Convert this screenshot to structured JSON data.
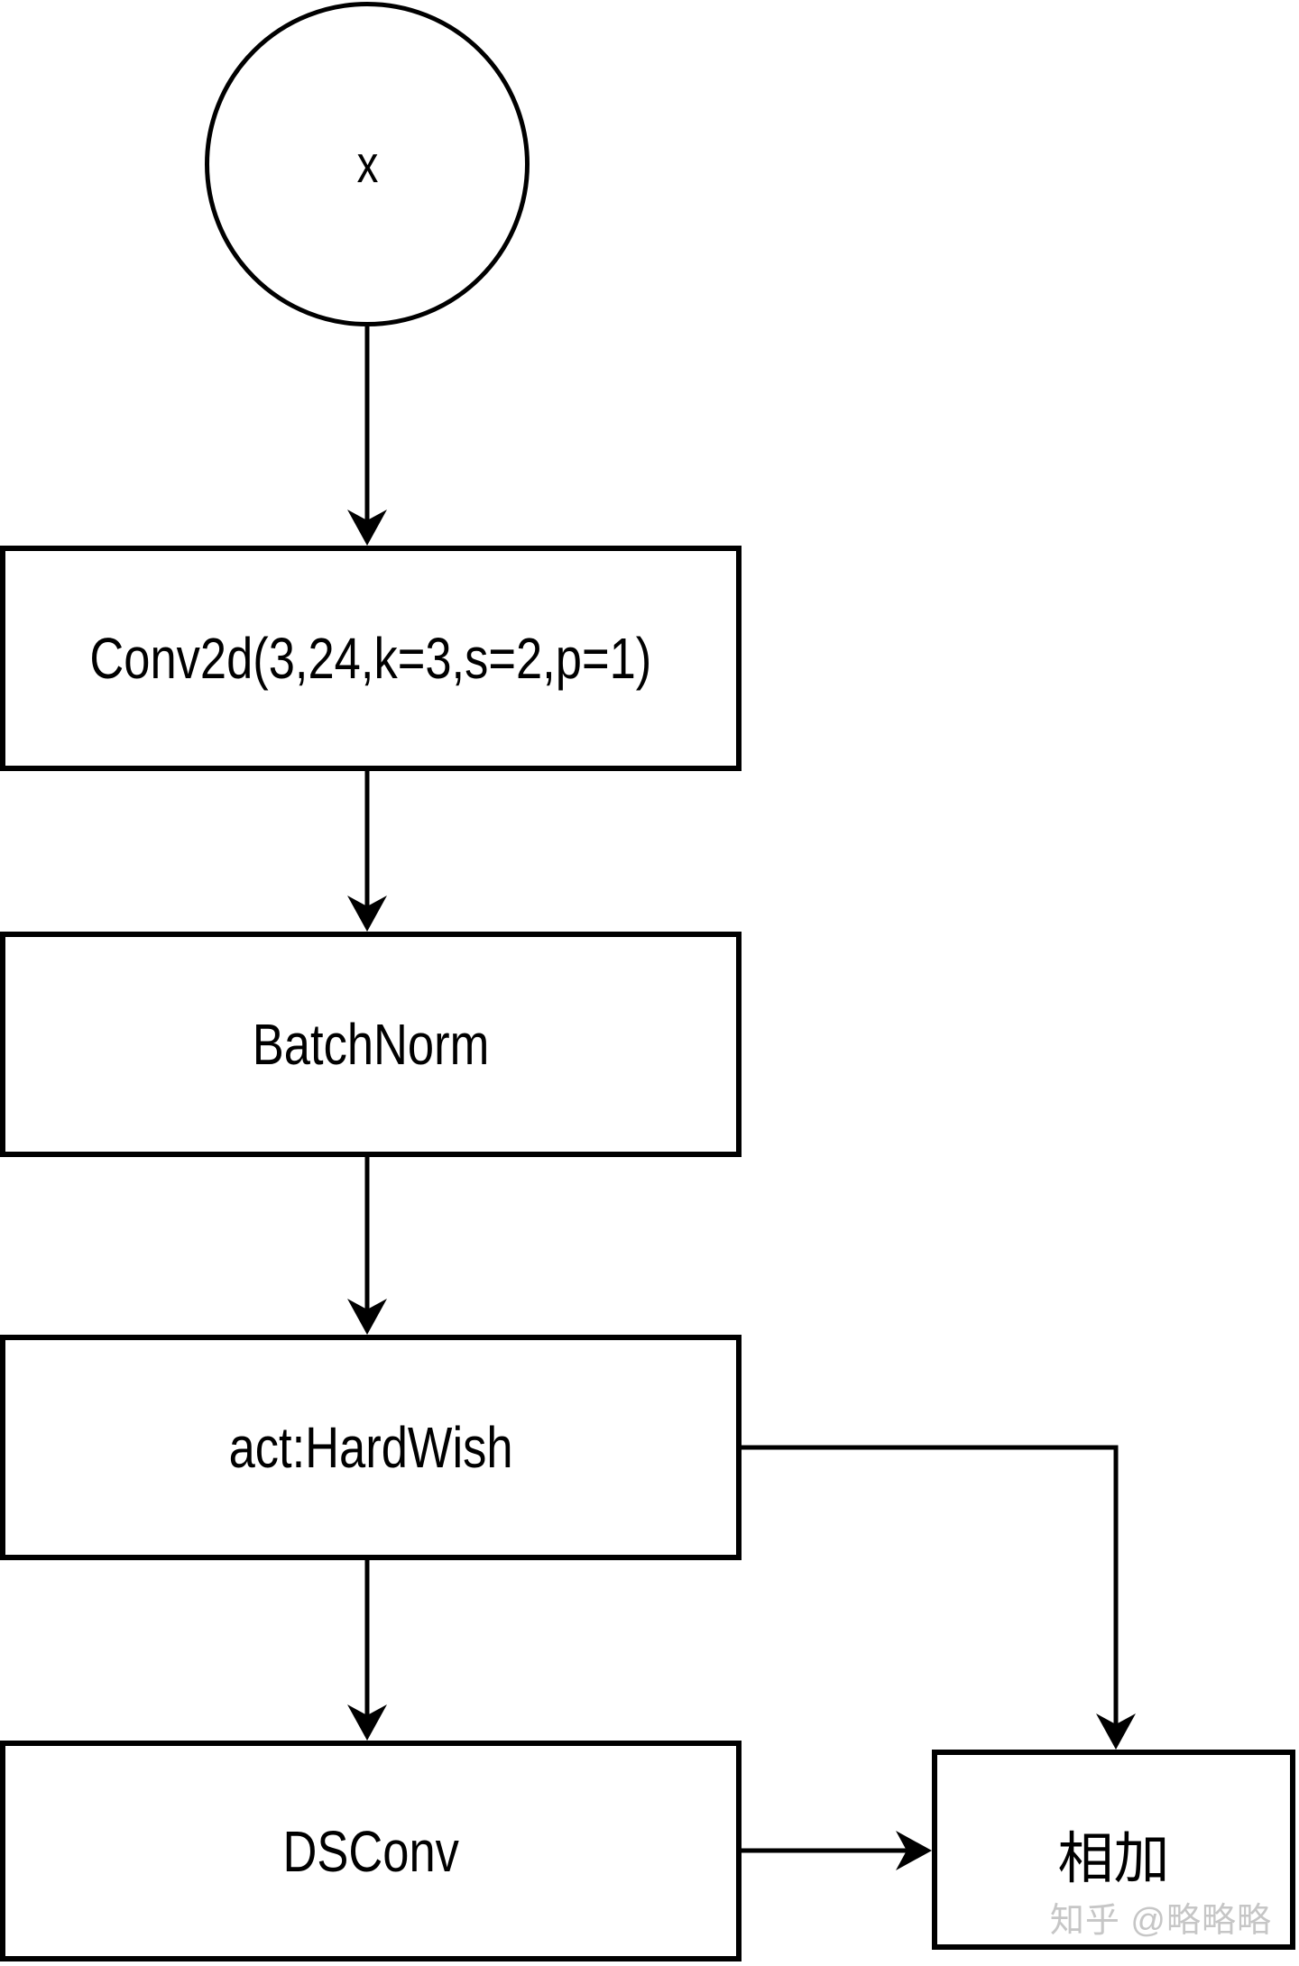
{
  "diagram": {
    "title": "network block flowchart",
    "nodes": {
      "input": {
        "label": "x",
        "shape": "circle"
      },
      "conv": {
        "label": "Conv2d(3,24,k=3,s=2,p=1)",
        "shape": "rect"
      },
      "bn": {
        "label": "BatchNorm",
        "shape": "rect"
      },
      "act": {
        "label": "act:HardWish",
        "shape": "rect"
      },
      "dsconv": {
        "label": "DSConv",
        "shape": "rect"
      },
      "add": {
        "label": "相加",
        "shape": "rect"
      }
    },
    "edges": [
      {
        "from": "input",
        "to": "conv",
        "type": "arrow"
      },
      {
        "from": "conv",
        "to": "bn",
        "type": "arrow"
      },
      {
        "from": "bn",
        "to": "act",
        "type": "arrow"
      },
      {
        "from": "act",
        "to": "dsconv",
        "type": "arrow"
      },
      {
        "from": "act",
        "to": "add",
        "type": "arrow-elbow"
      },
      {
        "from": "dsconv",
        "to": "add",
        "type": "arrow"
      }
    ],
    "colors": {
      "stroke": "#000000",
      "fill": "#ffffff",
      "text": "#000000",
      "watermark": "#c6c6c6"
    }
  },
  "watermark": {
    "text": "知乎 @略略略"
  }
}
